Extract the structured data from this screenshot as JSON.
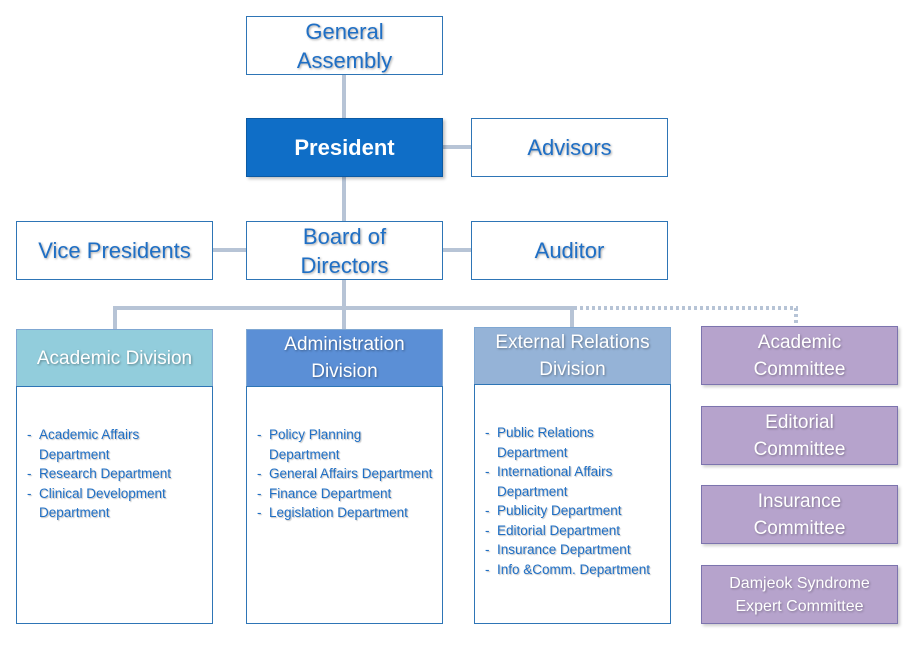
{
  "top": {
    "general_assembly": "General\nAssembly",
    "president": "President",
    "advisors": "Advisors",
    "vice_presidents": "Vice Presidents",
    "board_of_directors": "Board of\nDirectors",
    "auditor": "Auditor"
  },
  "divisions": [
    {
      "title": "Academic Division",
      "color": "#92cddc",
      "departments": [
        "Academic Affairs Department",
        "Research Department",
        "Clinical Development Department"
      ]
    },
    {
      "title": "Administration\nDivision",
      "color": "#5b8fd6",
      "departments": [
        "Policy Planning Department",
        "General Affairs Department",
        "Finance Department",
        "Legislation Department"
      ]
    },
    {
      "title": "External Relations\nDivision",
      "color": "#95b3d7",
      "departments": [
        "Public Relations Department",
        "International Affairs Department",
        "Publicity Department",
        "Editorial Department",
        "Insurance Department",
        "Info &Comm. Department"
      ]
    }
  ],
  "committees": [
    "Academic\nCommittee",
    "Editorial\nCommittee",
    "Insurance\nCommittee",
    "Damjeok Syndrome\nExpert Committee"
  ],
  "colors": {
    "accent_blue": "#0f6ec7",
    "text_blue": "#1f6fc5",
    "connector": "#b7c4d6",
    "committee": "#b6a3cc"
  }
}
